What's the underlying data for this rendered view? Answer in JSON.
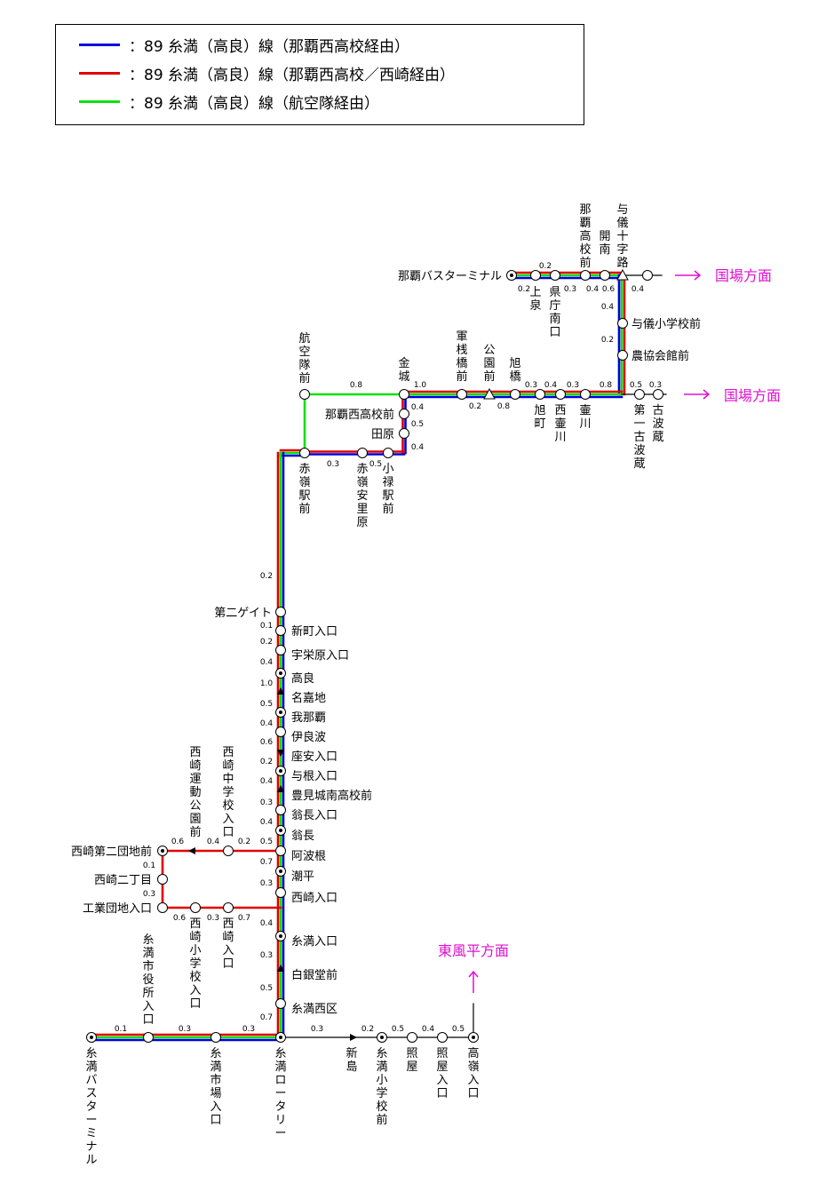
{
  "legend": [
    {
      "color": "#0000e0",
      "label": "：89 糸満（高良）線（那覇西高校経由）"
    },
    {
      "color": "#e00000",
      "label": "：89 糸満（高良）線（那覇西高校／西崎経由）"
    },
    {
      "color": "#10e010",
      "label": "：89 糸満（高良）線（航空隊経由）"
    }
  ],
  "colors": {
    "blue": "#0000e0",
    "red": "#e00000",
    "green": "#10e010",
    "magenta": "#e010d0"
  },
  "directions": {
    "kokuba_upper": "国場方面",
    "kokuba_lower": "国場方面",
    "kochindabira": "東風平方面"
  },
  "stations": {
    "naha_bt": "那覇バスターミナル",
    "kamiizumi": "上泉",
    "kenchominami": "県庁南口",
    "naha_hs": "那覇高校前",
    "kainan": "開南",
    "yogi_jujiro": "与儀十字路",
    "yogi_es": "与儀小学校前",
    "nokyo": "農協会館前",
    "koku": "航空隊前",
    "kanagusuku": "金城",
    "gunsanbashi": "軍桟橋前",
    "koenmae": "公園前",
    "asahibashi": "旭橋",
    "asahimachi": "旭町",
    "nishitsubogawa": "西壷川",
    "tsubogawa": "壷川",
    "daiichi_kohagura": "第一古波蔵",
    "kohagura": "古波蔵",
    "nahanishi_hs": "那覇西高校前",
    "tabaru": "田原",
    "akamine_st": "赤嶺駅前",
    "akamine_asato": "赤嶺安里原",
    "oroku_st": "小禄駅前",
    "gate2": "第二ゲイト",
    "shinmachi": "新町入口",
    "uehbaru": "宇栄原入口",
    "takara": "高良",
    "nakachi": "名嘉地",
    "ganaha": "我那覇",
    "iraha": "伊良波",
    "zayasu": "座安入口",
    "yone": "与根入口",
    "tomigusuku_hs": "豊見城南高校前",
    "onaga_iri": "翁長入口",
    "onaga": "翁長",
    "ahagon": "阿波根",
    "shiohira": "潮平",
    "nishizaki_iri": "西崎入口",
    "itoman_iri": "糸満入口",
    "shiroganedo": "白銀堂前",
    "itoman_nishiku": "糸満西区",
    "itoman_rotary": "糸満ロータリー",
    "itoman_bt": "糸満バスターミナル",
    "shiyakusho": "糸満市役所入口",
    "ichiba": "糸満市場入口",
    "nishizaki_sports": "西崎運動公園前",
    "nishizaki_jhs": "西崎中学校入口",
    "nishizaki_2danchi": "西崎第二団地前",
    "nishizaki_2chome": "西崎二丁目",
    "kogyo_danchi": "工業団地入口",
    "nishizaki_es": "西崎小学校入口",
    "nishizaki_iri2": "西崎入口",
    "shinjima": "新島",
    "itoman_es": "糸満小学校前",
    "teruya": "照屋",
    "teruya_iri": "照屋入口",
    "takamine_iri": "高嶺入口"
  },
  "distances": [
    "0.2",
    "0.2",
    "0.3",
    "0.4",
    "0.6",
    "0.4",
    "0.4",
    "0.2",
    "0.8",
    "1.0",
    "0.2",
    "0.8",
    "0.3",
    "0.4",
    "0.3",
    "0.8",
    "0.5",
    "0.3",
    "0.4",
    "0.5",
    "0.4",
    "0.3",
    "0.5",
    "0.2",
    "0.1",
    "0.2",
    "0.4",
    "1.0",
    "0.5",
    "0.4",
    "0.6",
    "0.2",
    "0.4",
    "0.3",
    "0.4",
    "0.5",
    "0.7",
    "0.3",
    "0.6",
    "0.4",
    "0.2",
    "0.1",
    "0.3",
    "0.6",
    "0.3",
    "0.7",
    "0.4",
    "0.3",
    "0.5",
    "0.7",
    "0.1",
    "0.3",
    "0.3",
    "0.3",
    "0.2",
    "0.5",
    "0.4",
    "0.5"
  ]
}
